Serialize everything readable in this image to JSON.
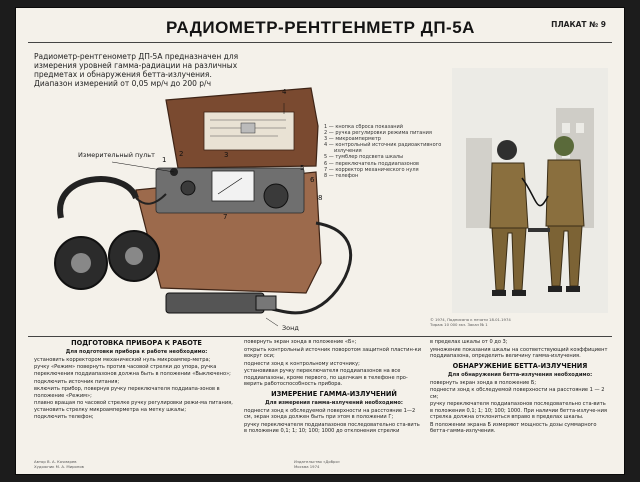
{
  "title": "РАДИОМЕТР-РЕНТГЕНМЕТР ДП-5А",
  "plate": "ПЛАКАТ № 9",
  "intro": [
    "Радиометр-рентгенометр ДП-5А предназначен для",
    "измерения уровней гамма-радиации на различных",
    "предметах и обнаружения бетта-излучения.",
    "Диапазон измерений от 0,05 мр/ч до 200 р/ч"
  ],
  "labels": {
    "measuring_panel": "Измерительный пульт",
    "probe": "Зонд"
  },
  "callouts": [
    "1",
    "2",
    "3",
    "4",
    "5",
    "6",
    "7",
    "8"
  ],
  "legend": [
    "1 — кнопка сброса показаний",
    "2 — ручка регулировки режима питания",
    "3 — микроамперметр",
    "4 — контрольный источник радиоактивного",
    "излучения",
    "5 — тумблер подсвета шкалы",
    "6 — переключатель поддиапазонов",
    "7 — корректор механического нуля",
    "8 — телефон"
  ],
  "sections": {
    "prep": {
      "title": "ПОДГОТОВКА ПРИБОРА К РАБОТЕ",
      "lines": [
        "Для подготовки прибора к работе необходимо:",
        "установить корректором механический нуль микроампер-метра;",
        "ручку «Режим» повернуть против часовой стрелки до упора, ручка переключения поддиапазонов должна быть в положении «Выключено»;",
        "подключить источник питания;",
        "включить прибор, повернув ручку переключателя поддиапа-зонов в положение «Режим»;",
        "плавно вращая по часовой стрелке ручку регулировки режи-ма питания, установить стрелку микроамперметра на метку шкалы;",
        "подключить телефон;"
      ]
    },
    "prep2": {
      "lines": [
        "повернуть экран зонда в положение «Б»;",
        "открыть контрольный источник поворотом защитной пластин-ки вокруг оси;",
        "поднести зонд к контрольному источнику;",
        "установивая ручку переключателя поддиапазонов на все поддиапазоны, кроме первого, по щелчкам в телефоне про-верить работоспособность прибора."
      ]
    },
    "gamma": {
      "title": "ИЗМЕРЕНИЕ ГАММА-ИЗЛУЧЕНИЙ",
      "lines": [
        "Для измерения гамма-излучений необходимо:",
        "поднести зонд к обследуемой поверхности на расстояние 1—2 см, экран зонда должен быть при этом в положении Г;",
        "ручку переключателя поддиапазонов последовательно ста-вить в положение 0,1; 1; 10; 100; 1000 до отклонения стрелки"
      ]
    },
    "gamma_cont": {
      "lines": [
        "в пределах шкалы от 0 до 3;",
        "умножение показания шкалы на соответствующий коэффициент поддиапазона, определить величину гамма-излучения."
      ]
    },
    "beta": {
      "title": "ОБНАРУЖЕНИЕ БЕТТА-ИЗЛУЧЕНИЯ",
      "lines": [
        "Для обнаружения бетта-излучения необходимо:",
        "повернуть экран зонда в положение Б;",
        "поднести зонд к обследуемой поверхности на расстояние 1 — 2 см;",
        "ручку переключателя поддиапазонов последовательно ста-вить в положения 0,1; 1; 10; 100; 1000. При наличии бетта-излуче-ния стрелка должна отклониться вправо в пределах шкалы.",
        "В положении экрана Б измеряют мощность дозы суммарного бетта-гамма-излучения."
      ]
    }
  },
  "footer_left": [
    "Автор В. А. Кочмарев",
    "Художник М. А. Миронов"
  ],
  "footer_mid": [
    "Издательство «Добро»",
    "Москва 1974"
  ],
  "footer_right": [
    "© 1974, Подписано к печати 18.01.1974",
    "Тираж 10 000 экз. Заказ № 1"
  ]
}
